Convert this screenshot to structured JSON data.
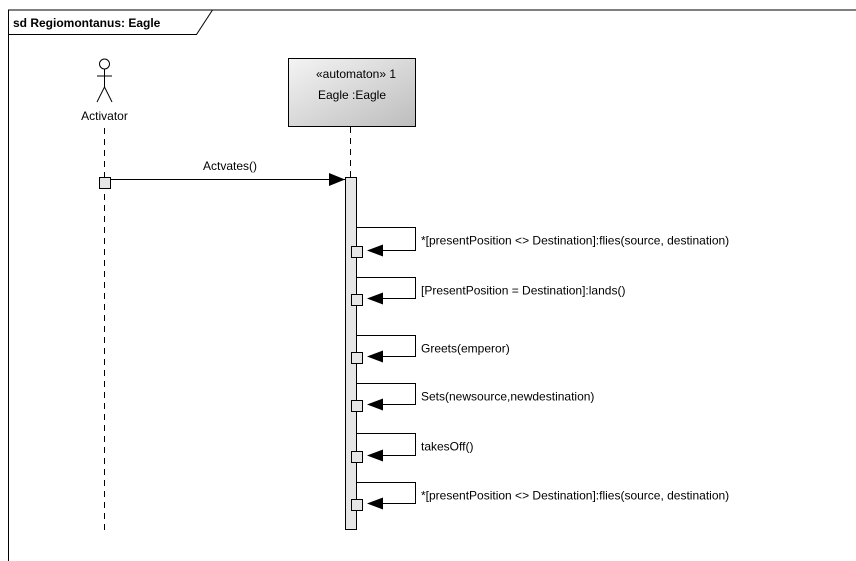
{
  "frame": {
    "title": "sd Regiomontanus: Eagle"
  },
  "actor": {
    "name": "Activator"
  },
  "lifeline": {
    "stereotype": "«automaton» 1",
    "name": "Eagle :Eagle"
  },
  "incoming_message": {
    "label": "Actvates()"
  },
  "self_messages": [
    {
      "label": "*[presentPosition <> Destination]:flies(source, destination)"
    },
    {
      "label": "[PresentPosition = Destination]:lands()"
    },
    {
      "label": "Greets(emperor)"
    },
    {
      "label": "Sets(newsource,newdestination)"
    },
    {
      "label": "takesOff()"
    },
    {
      "label": "*[presentPosition <> Destination]:flies(source, destination)"
    }
  ],
  "colors": {
    "line": "#000000",
    "activation_fill": "#e6e6e6",
    "box_fill_start": "#f4f4f4",
    "box_fill_end": "#bdbdbd"
  }
}
